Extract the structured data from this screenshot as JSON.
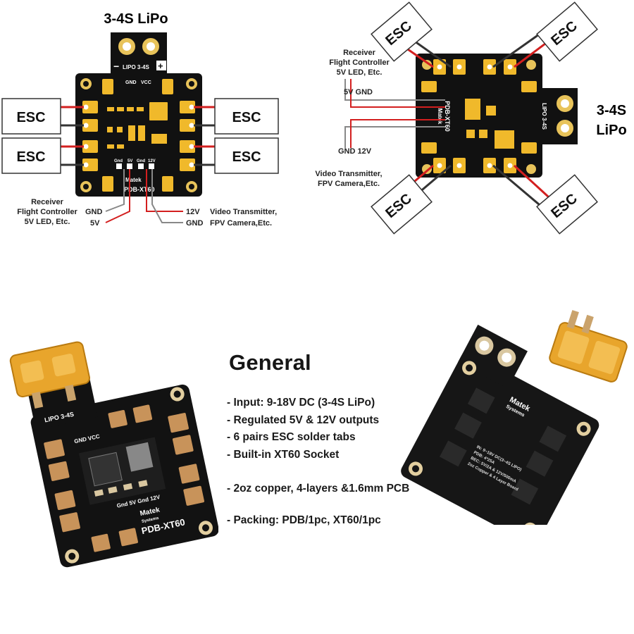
{
  "top_left": {
    "battery_title": "3-4S LiPo",
    "battery_pads": "LIPO 3-4S",
    "minus": "−",
    "plus": "+",
    "esc_label": "ESC",
    "pin_gnd": "GND",
    "pin_vcc": "VCC",
    "pin_row": [
      "Gnd",
      "5V",
      "Gnd",
      "12V"
    ],
    "brand": "Matek",
    "board_name": "PDB-XT60",
    "receiver_lines": [
      "Receiver",
      "Flight Controller",
      "5V LED, Etc."
    ],
    "left_wires": [
      "GND",
      "5V"
    ],
    "right_wires": [
      "12V",
      "GND"
    ],
    "video_lines": [
      "Video Transmitter,",
      "FPV Camera,Etc."
    ]
  },
  "top_right": {
    "battery_title_lines": [
      "3-4S",
      "LiPo"
    ],
    "battery_pads": "LIPO 3-4S",
    "esc_label": "ESC",
    "receiver_lines": [
      "Receiver",
      "Flight Controller",
      "5V LED, Etc."
    ],
    "five_v_gnd": "5V GND",
    "gnd_12v": "GND 12V",
    "video_lines": [
      "Video Transmitter,",
      "FPV Camera,Etc."
    ],
    "board_name": "PDB-XT60",
    "brand": "Matek"
  },
  "photo_left": {
    "pads": "LIPO 3-4S",
    "gnd_vcc": "GND VCC",
    "pin_row": "Gnd 5V Gnd 12V",
    "brand": "Matek",
    "brand_sub": "Systems",
    "board_name": "PDB-XT60"
  },
  "specs": {
    "title": "General",
    "items": [
      "- Input: 9-18V DC (3-4S LiPo)",
      "- Regulated 5V & 12V outputs",
      "- 6 pairs ESC solder tabs",
      "- Built-in XT60 Socket",
      "- 2oz copper, 4-layers &1.6mm PCB",
      "- Packing: PDB/1pc, XT60/1pc"
    ]
  },
  "photo_right": {
    "brand": "Matek",
    "brand_sub": "Systems",
    "silk_lines": [
      "IN: 9~18V DC(3~4S LIPO)",
      "PDB: 4*25A",
      "BEC: 5V/2A & 12V/500mA",
      "2oz Copper & 4 Layer Board"
    ]
  }
}
